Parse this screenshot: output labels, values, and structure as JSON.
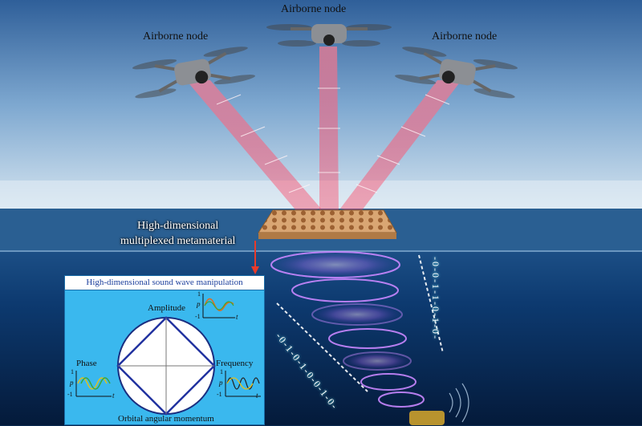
{
  "labels": {
    "node_left": "Airborne node",
    "node_center": "Airborne node",
    "node_right": "Airborne node",
    "metamaterial_line1": "High-dimensional",
    "metamaterial_line2": "multiplexed metamaterial"
  },
  "panel": {
    "title": "High-dimensional sound wave manipulation",
    "amplitude": "Amplitude",
    "phase": "Phase",
    "frequency": "Frequency",
    "oam": "Orbital angular momentum",
    "axis_p": "p",
    "axis_t": "t",
    "tick_pos": "1",
    "tick_neg": "-1"
  },
  "codes": {
    "left": "-0-1-0-1-0-0-1-0-",
    "right": "-0-0-1-1-0-1-0-"
  },
  "colors": {
    "sky_top": "#3e6fa6",
    "sky_bottom": "#c8dbea",
    "sea": "#0b3d78",
    "beam": "#ff4d6d",
    "panel_bg": "#3ab8ee",
    "rhombus": "#2233a0",
    "vortex": "#b65cff"
  }
}
